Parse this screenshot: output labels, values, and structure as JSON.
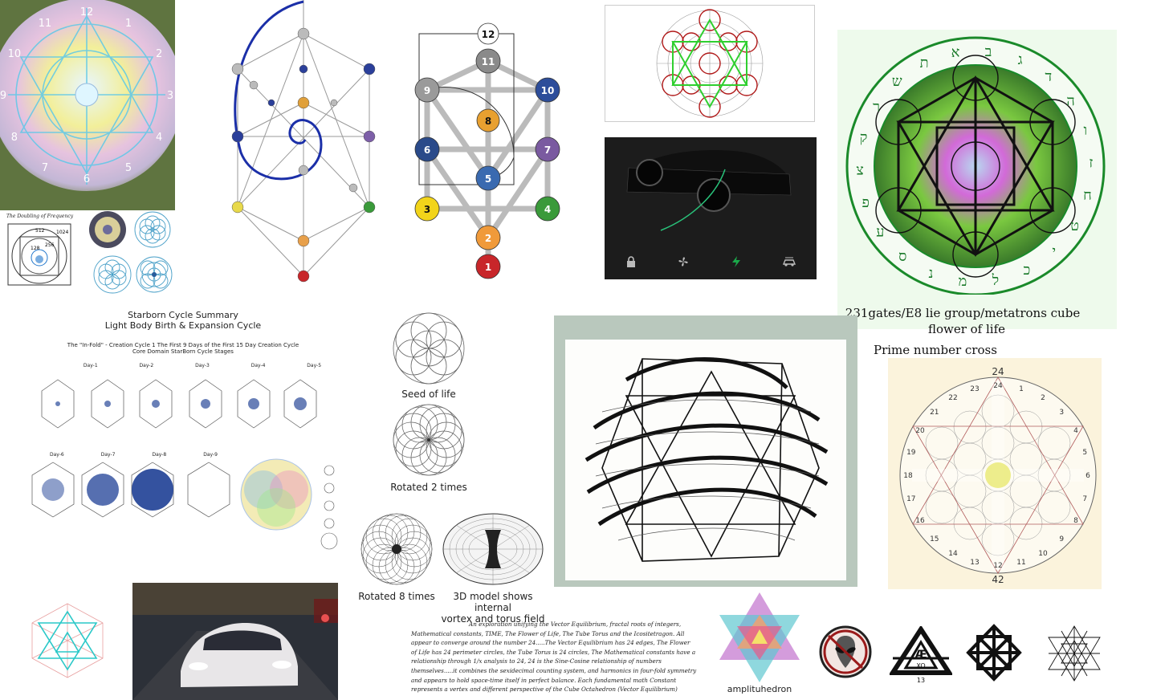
{
  "colors": {
    "mint_panel": "#eefaec",
    "cream_panel": "#fbf3dc",
    "sage_panel": "#b9c8bd",
    "dark_panel": "#1c1c1c",
    "accent_green": "#1aa84a",
    "blue_spiral": "#1b2fa8",
    "sephirot_red": "#c8262a"
  },
  "clock": {
    "numbers": [
      "12",
      "1",
      "2",
      "3",
      "4",
      "5",
      "6",
      "7",
      "8",
      "9",
      "10",
      "11"
    ]
  },
  "doubling": {
    "title": "The Doubling of Frequency",
    "values": [
      "512",
      "1024",
      "256",
      "128"
    ]
  },
  "tree": {
    "labels": [
      "12",
      "11",
      "10",
      "9",
      "8",
      "7",
      "6",
      "5",
      "4",
      "3",
      "2",
      "1"
    ]
  },
  "car_panel": {
    "icons": [
      "lock-icon",
      "fan-icon",
      "bolt-icon",
      "car-wash-icon"
    ]
  },
  "metatron": {
    "caption_line1": "231gates/E8 lie group/metatrons cube",
    "caption_line2": "flower of life",
    "hebrew": [
      "א",
      "ב",
      "ג",
      "ד",
      "ה",
      "ו",
      "ז",
      "ח",
      "ט",
      "י",
      "כ",
      "ל",
      "מ",
      "נ",
      "ס",
      "ע",
      "פ",
      "צ",
      "ק",
      "ר",
      "ש",
      "ת"
    ]
  },
  "starborn": {
    "title": "Starborn Cycle Summary",
    "subtitle": "Light Body Birth & Expansion Cycle",
    "section1": "The \"In-Fold\" - Creation Cycle 1   The First 9 Days of the First 15 Day Creation Cycle",
    "section2": "Core Domain StarBorn Cycle Stages",
    "days_top": [
      "Day-1",
      "Day-2",
      "Day-3",
      "Day-4",
      "Day-5"
    ],
    "days_bottom": [
      "Day-6",
      "Day-7",
      "Day-8",
      "Day-9"
    ]
  },
  "seed_captions": {
    "seed": "Seed of life",
    "rotated2": "Rotated 2 times",
    "rotated8": "Rotated 8 times",
    "model_line1": "3D model shows internal",
    "model_line2": "vortex and torus field"
  },
  "prime_cross": {
    "title": "Prime number cross",
    "top_label": "24",
    "bottom_label": "42",
    "numbers": [
      "24",
      "1",
      "2",
      "3",
      "4",
      "5",
      "6",
      "7",
      "8",
      "9",
      "10",
      "11",
      "12",
      "13",
      "14",
      "15",
      "16",
      "17",
      "18",
      "19",
      "20",
      "21",
      "22",
      "23"
    ]
  },
  "essay": {
    "text": "An exploration unifying the Vector Equilibrium, fractal roots of integers, Mathematical constants, TIME, The Flower of Life, The Tube Torus and the Icositetragon. All appear to converge around the number 24.....The Vector Equilibrium has 24 edges, The Flower of Life has 24 perimeter circles, the Tube Torus is 24 circles, The Mathematical constants have a relationship through 1/x analysis to 24, 24 is the Sine-Cosine relationship of numbers themselves.....it combines the sexidecimal counting system, and harmonics in four-fold symmetry and appears to hold space-time itself in perfect balance. Each fundamental math Constant represents a vertex and different perspective of the Cube Octahedron (Vector Equilibrium)"
  },
  "amplituhedron": {
    "caption": "amplituhedron"
  },
  "emblem": {
    "letters": "Æ",
    "sub": "XO",
    "number": "13"
  }
}
